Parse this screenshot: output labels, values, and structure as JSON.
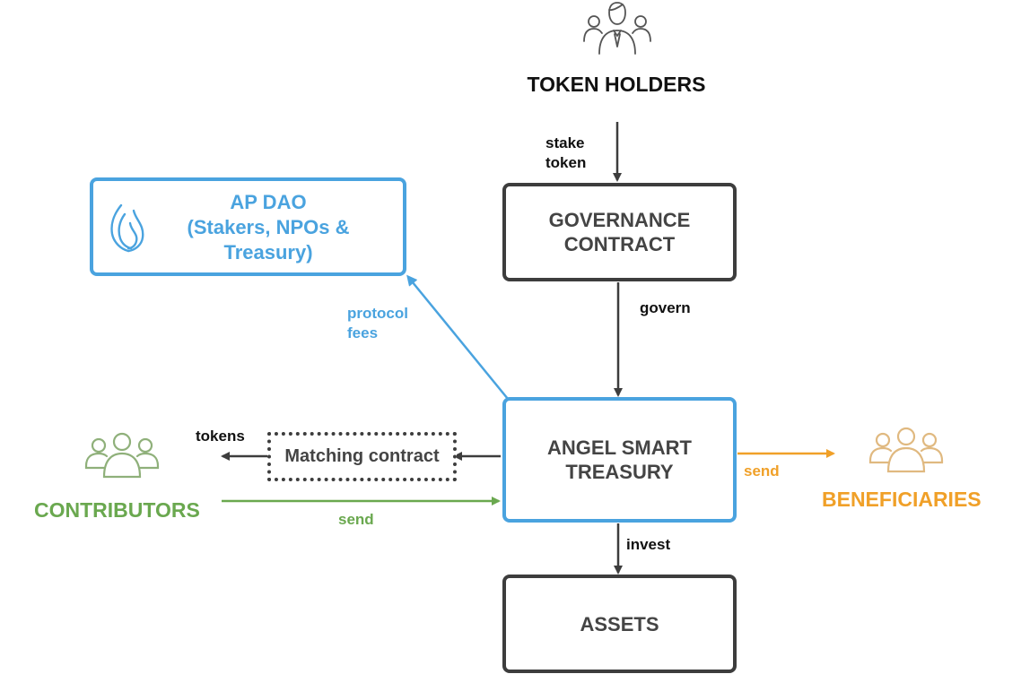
{
  "token_holders": {
    "label": "TOKEN HOLDERS",
    "icon": "people-group-icon"
  },
  "edges": {
    "stake": [
      "stake",
      "token"
    ],
    "govern": "govern",
    "protocol_fees": [
      "protocol",
      "fees"
    ],
    "tokens": "tokens",
    "contributors_send": "send",
    "beneficiaries_send": "send",
    "invest": "invest"
  },
  "governance_contract": [
    "GOVERNANCE",
    "CONTRACT"
  ],
  "ap_dao": {
    "lines": [
      "AP DAO",
      "(Stakers, NPOs &",
      "Treasury)"
    ],
    "icon": "flame-icon"
  },
  "angel_smart_treasury": [
    "ANGEL SMART",
    "TREASURY"
  ],
  "matching_contract": "Matching contract",
  "contributors": {
    "label": "CONTRIBUTORS",
    "icon": "group-icon"
  },
  "beneficiaries": {
    "label": "BENEFICIARIES",
    "icon": "group-icon"
  },
  "assets": "ASSETS",
  "colors": {
    "dark": "#3d3d3d",
    "blue": "#4aa3df",
    "green": "#6aa84f",
    "orange": "#f0a028",
    "contributors_icon": "#8fb07a",
    "beneficiaries_icon": "#e0b980"
  }
}
